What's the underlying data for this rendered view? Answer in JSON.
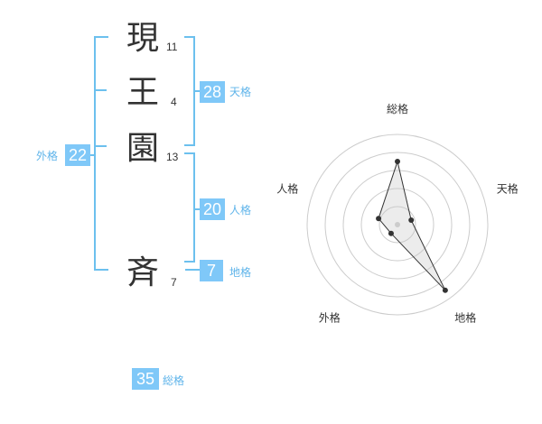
{
  "name": {
    "chars": [
      {
        "char": "現",
        "strokes": "11"
      },
      {
        "char": "王",
        "strokes": "4"
      },
      {
        "char": "園",
        "strokes": "13"
      },
      {
        "char": "斉",
        "strokes": "7"
      }
    ]
  },
  "fortunes": {
    "tenkaku": {
      "value": "28",
      "label": "天格"
    },
    "jinkaku": {
      "value": "20",
      "label": "人格"
    },
    "chikaku": {
      "value": "7",
      "label": "地格"
    },
    "gaikaku": {
      "value": "22",
      "label": "外格"
    },
    "soukaku": {
      "value": "35",
      "label": "総格"
    }
  },
  "colors": {
    "accent": "#7fc8f8",
    "bracket": "#6cc0ee",
    "grid": "#cccccc"
  },
  "chart_data": {
    "type": "radar",
    "axes": [
      "総格",
      "天格",
      "地格",
      "外格",
      "人格"
    ],
    "values": [
      3.5,
      0.8,
      4.5,
      0.6,
      1.1
    ],
    "range": [
      0,
      5
    ]
  }
}
